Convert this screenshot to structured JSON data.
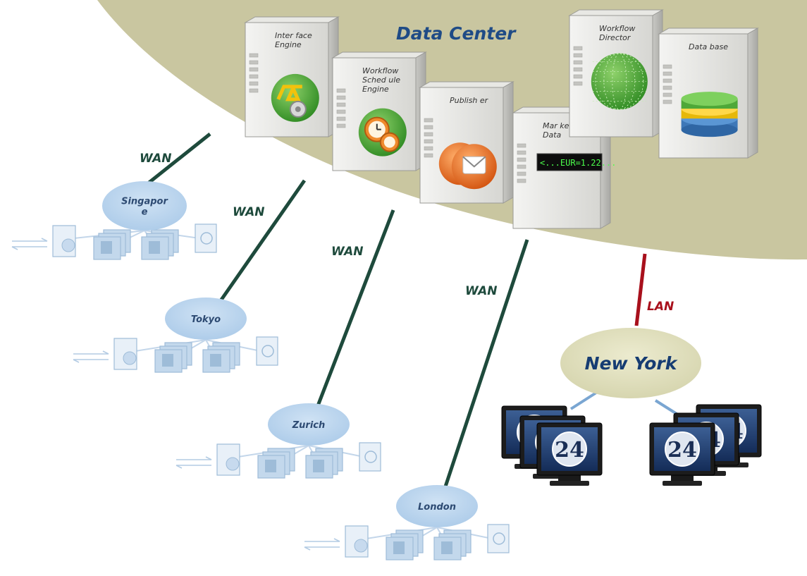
{
  "datacenter": {
    "title": "Data Center",
    "servers": [
      {
        "id": "interface-engine",
        "label": "Interface Engine",
        "lines": [
          "Inter face",
          "Engine"
        ],
        "icon": "gear-icon"
      },
      {
        "id": "workflow-scheduler",
        "label": "Workflow Scheduler Engine",
        "lines": [
          "Workflow",
          "Sched ule",
          "Engine"
        ],
        "icon": "clock-icon"
      },
      {
        "id": "publisher",
        "label": "Publisher",
        "lines": [
          "Publish er"
        ],
        "icon": "mail-icon"
      },
      {
        "id": "market-data",
        "label": "Market Data",
        "lines": [
          "Mar ket",
          "Data"
        ],
        "icon": "ticker-display",
        "ticker": "<...EUR=1.22..."
      },
      {
        "id": "workflow-director",
        "label": "Workflow Director",
        "lines": [
          "Workflow",
          "Director"
        ],
        "icon": "grid-sphere-icon"
      },
      {
        "id": "database",
        "label": "Data base",
        "lines": [
          "Data base"
        ],
        "icon": "database-icon"
      }
    ]
  },
  "links": [
    {
      "id": "wan-singapore",
      "type": "WAN",
      "label": "WAN"
    },
    {
      "id": "wan-tokyo",
      "type": "WAN",
      "label": "WAN"
    },
    {
      "id": "wan-zurich",
      "type": "WAN",
      "label": "WAN"
    },
    {
      "id": "wan-london",
      "type": "WAN",
      "label": "WAN"
    },
    {
      "id": "lan-newyork",
      "type": "LAN",
      "label": "LAN"
    }
  ],
  "sites": [
    {
      "id": "singapore",
      "lines": [
        "Singapor",
        "e"
      ]
    },
    {
      "id": "tokyo",
      "lines": [
        "Tokyo"
      ]
    },
    {
      "id": "zurich",
      "lines": [
        "Zurich"
      ]
    },
    {
      "id": "london",
      "lines": [
        "London"
      ]
    }
  ],
  "newyork": {
    "label": "New York",
    "monitor_text": "24"
  },
  "colors": {
    "datacenter_fill": "#c9c6a0",
    "title_text": "#1f4b86",
    "wan_line": "#1e4a3c",
    "lan_line": "#a8101c",
    "wan_label": "#1e4a3c",
    "lan_label": "#a8101c",
    "site_fill": "#b9d5ee",
    "site_text": "#2d4a72",
    "newyork_fill": "#dcdcb8",
    "newyork_text": "#163c72",
    "ghost": "#9ebcd8"
  }
}
